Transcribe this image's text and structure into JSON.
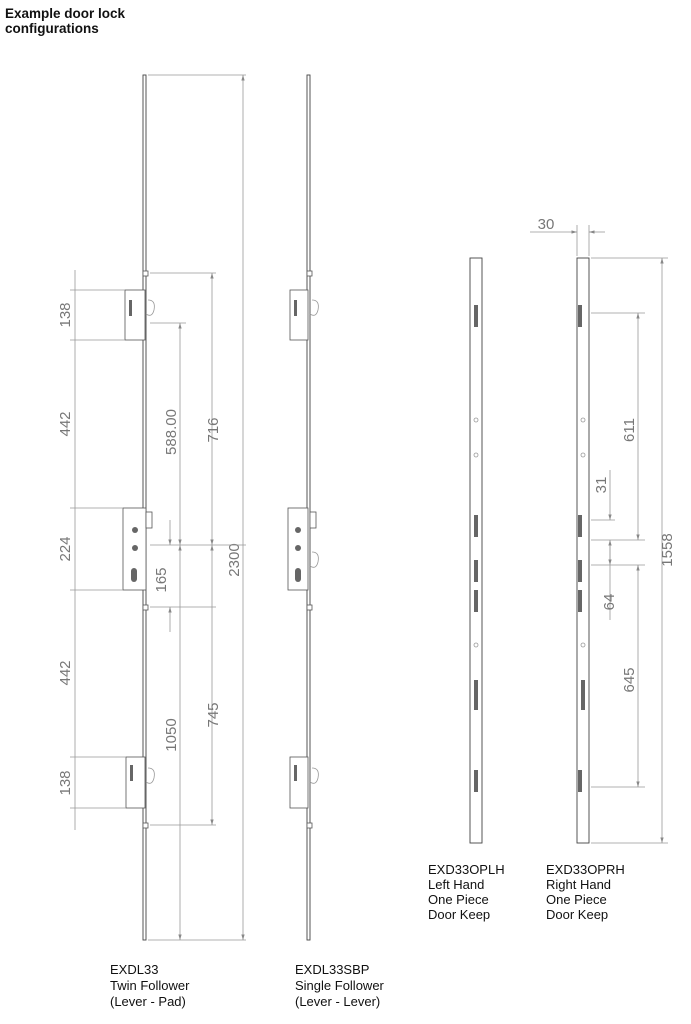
{
  "title": [
    "Example door lock",
    "configurations"
  ],
  "lock_twin": {
    "dimensions": {
      "top_case": "138",
      "upper_span": "442",
      "center_case": "224",
      "lower_span": "442",
      "bottom_case": "138",
      "d588": "588.00",
      "d716": "716",
      "d165": "165",
      "d2300": "2300",
      "d1050": "1050",
      "d745": "745"
    },
    "caption": [
      "EXDL33",
      "Twin Follower",
      "(Lever - Pad)"
    ]
  },
  "lock_single": {
    "caption": [
      "EXDL33SBP",
      "Single Follower",
      "(Lever - Lever)"
    ]
  },
  "keep_left": {
    "caption": [
      "EXD33OPLH",
      "Left Hand",
      "One Piece",
      "Door Keep"
    ]
  },
  "keep_right": {
    "dimensions": {
      "width": "30",
      "total": "1558",
      "d611": "611",
      "d31": "31",
      "d64": "64",
      "d645": "645"
    },
    "caption": [
      "EXD33OPRH",
      "Right Hand",
      "One Piece",
      "Door Keep"
    ]
  }
}
